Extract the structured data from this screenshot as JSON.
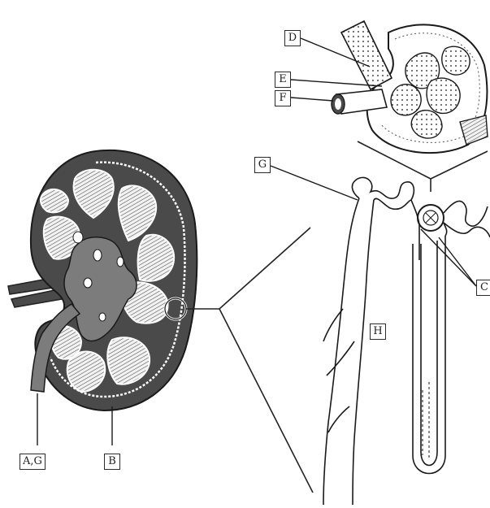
{
  "diagram": {
    "labels": {
      "a": "D",
      "b": "E",
      "c": "F",
      "d": "G",
      "e": "H",
      "f": "C",
      "g": "A,G",
      "h": "B"
    }
  },
  "colors": {
    "ink": "#222222",
    "kidney_fill": "#4a4a4a",
    "pelvis_fill": "#7c7c7c",
    "pyramid_fill": "#cfcfcf",
    "background": "#ffffff"
  }
}
